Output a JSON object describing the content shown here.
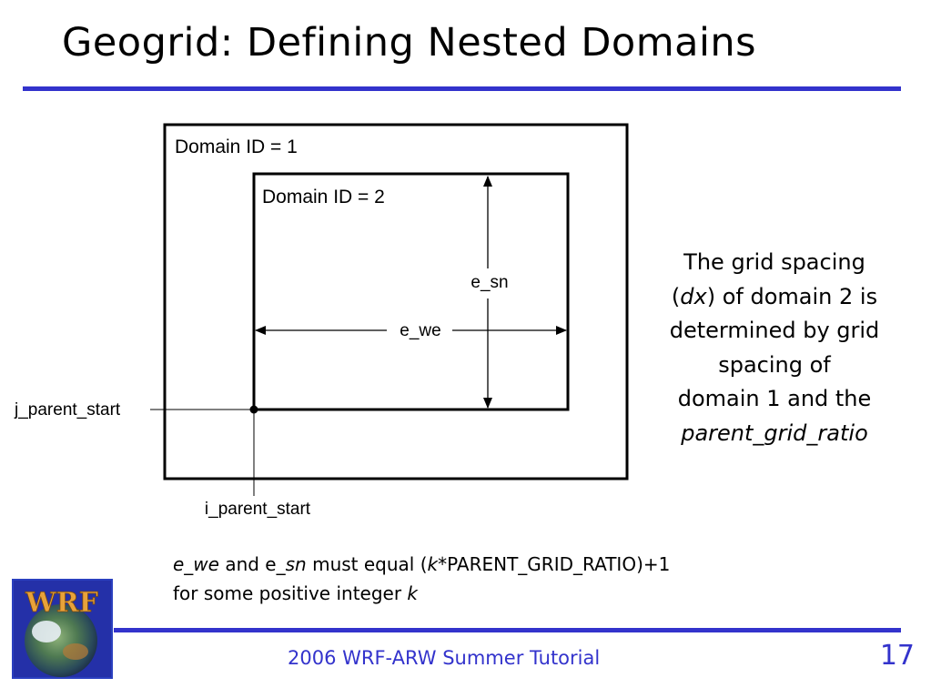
{
  "slide": {
    "title": "Geogrid: Defining Nested Domains",
    "page_number": "17",
    "footer": "2006 WRF-ARW Summer Tutorial"
  },
  "colors": {
    "accent_blue": "#3333cc",
    "text": "#000000",
    "logo_border": "#2a3fbf",
    "logo_text": "#e8a23a"
  },
  "diagram": {
    "outer_label": "Domain ID = 1",
    "inner_label": "Domain ID = 2",
    "e_sn": "e_sn",
    "e_we": "e_we",
    "j_parent_start": "j_parent_start",
    "i_parent_start": "i_parent_start"
  },
  "side_note": {
    "line1": "The grid spacing",
    "line2_open": "(",
    "line2_dx": "dx",
    "line2_rest": ") of domain 2 is",
    "line3": "determined by grid",
    "line4": "spacing of",
    "line5": "domain 1 and the",
    "line6": "parent_grid_ratio"
  },
  "rule_note": {
    "e_we": "e_we",
    "and_e": " and e_",
    "sn": "sn",
    "must_equal": " must equal (",
    "k": "k",
    "formula_rest": "*PARENT_GRID_RATIO)+1",
    "line2": "for some positive integer ",
    "k2": "k"
  },
  "logo": {
    "text": "WRF",
    "icon": "wrf-globe-logo-icon"
  }
}
